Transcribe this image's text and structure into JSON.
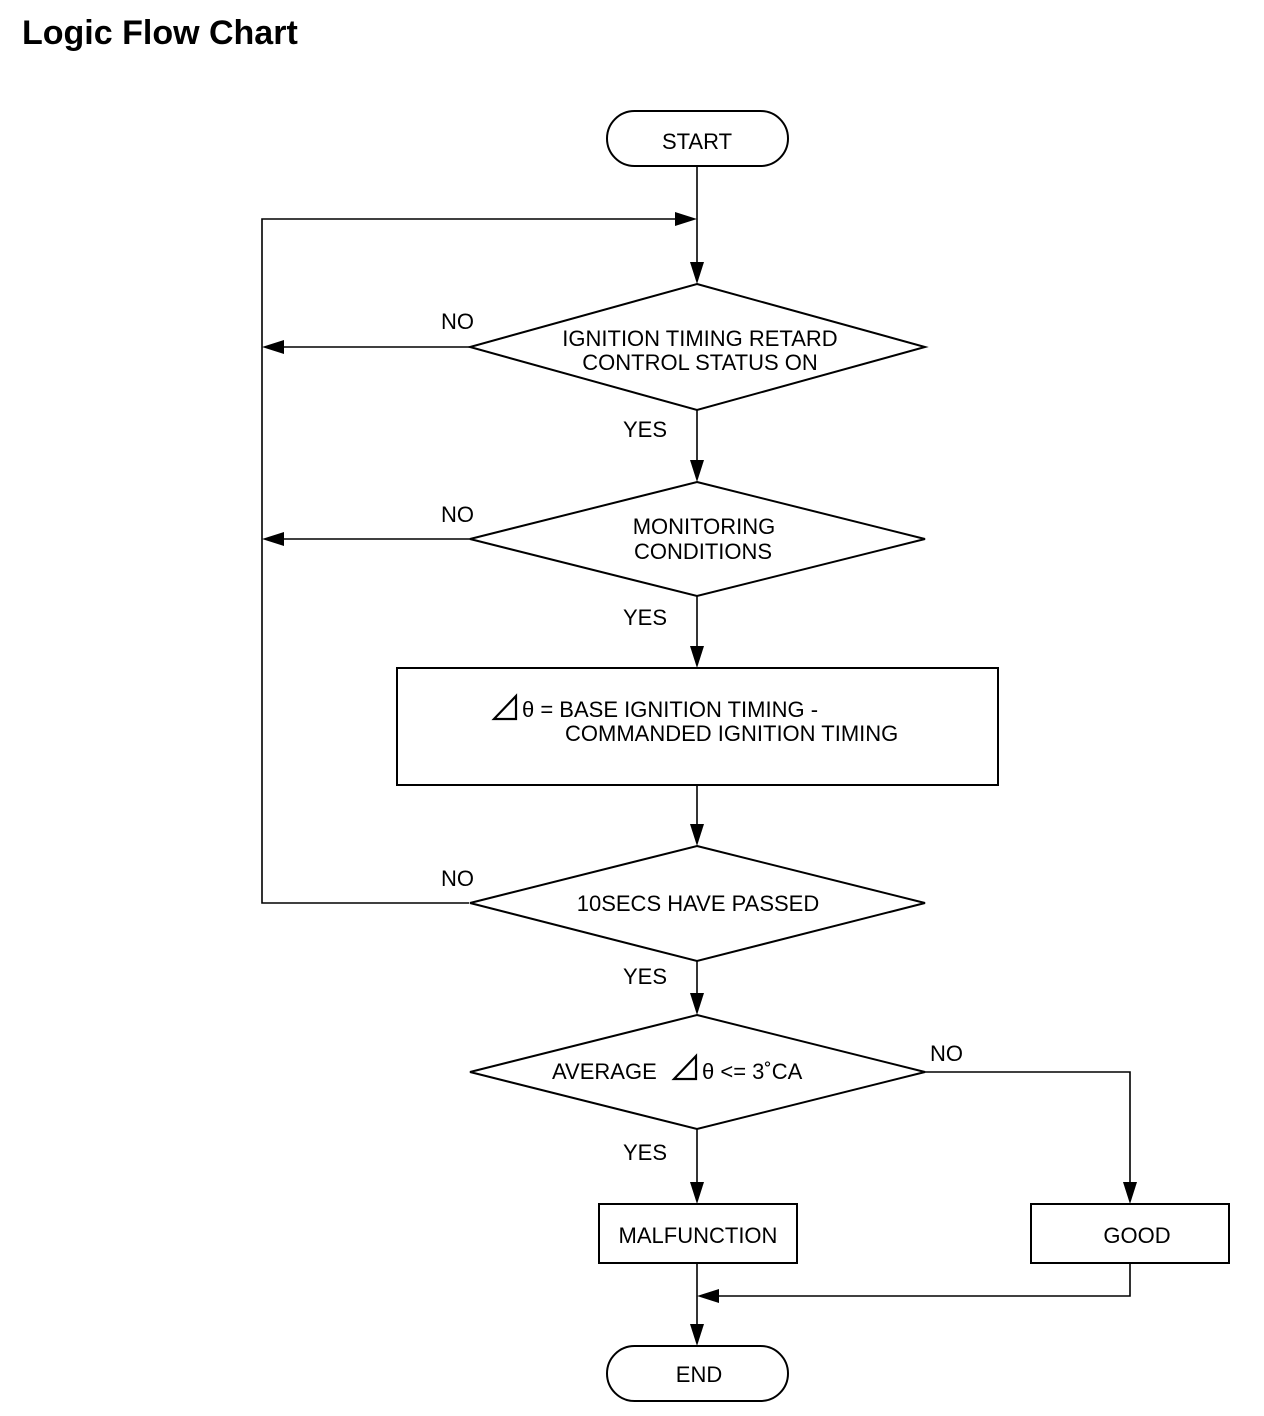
{
  "title": "Logic Flow Chart",
  "nodes": {
    "start": "START",
    "retard": [
      "IGNITION TIMING RETARD",
      "CONTROL STATUS ON"
    ],
    "monitoring": [
      "MONITORING",
      "CONDITIONS"
    ],
    "calc": [
      "θ = BASE IGNITION TIMING -",
      "COMMANDED IGNITION TIMING"
    ],
    "passed": "10SECS HAVE PASSED",
    "average_prefix": "AVERAGE",
    "average_suffix": "θ <= 3˚CA",
    "malfunction": "MALFUNCTION",
    "good": "GOOD",
    "end": "END"
  },
  "labels": {
    "no": "NO",
    "yes": "YES"
  }
}
